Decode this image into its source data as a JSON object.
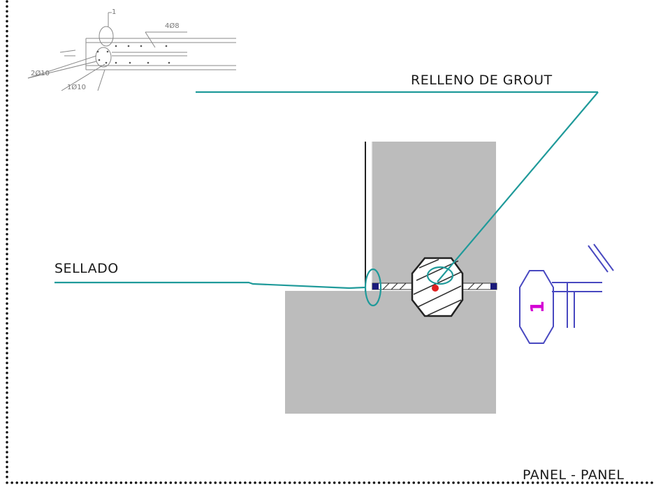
{
  "labels": {
    "grout": "RELLENO DE GROUT",
    "sellado": "SELLADO",
    "panel": "PANEL - PANEL",
    "detail_tag": "1"
  },
  "thumbnail_labels": {
    "top": "1",
    "bar_4": "4Ø8",
    "bar_2": "2Ø10",
    "bar_1": "1Ø10"
  },
  "colors": {
    "leader": "#1f9a9a",
    "panel": "#bcbcbc",
    "outline": "#4848c0",
    "tag": "#d400d4",
    "border_dots": "#111111",
    "connector": "#1a1a7a",
    "dot": "#e02020"
  }
}
